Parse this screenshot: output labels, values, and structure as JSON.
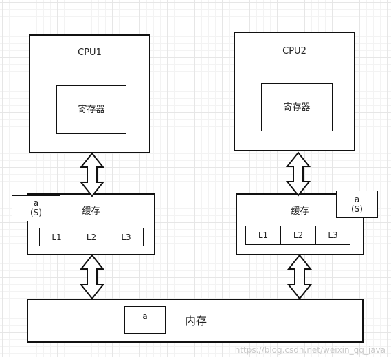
{
  "cpu1": {
    "label": "CPU1",
    "register": "寄存器"
  },
  "cpu2": {
    "label": "CPU2",
    "register": "寄存器"
  },
  "cache1": {
    "label": "缓存",
    "levels": [
      "L1",
      "L2",
      "L3"
    ],
    "note_var": "a",
    "note_state": "(S)"
  },
  "cache2": {
    "label": "缓存",
    "levels": [
      "L1",
      "L2",
      "L3"
    ],
    "note_var": "a",
    "note_state": "(S)"
  },
  "memory": {
    "label": "内存",
    "var": "a"
  },
  "watermark": "https://blog.csdn.net/weixin_qq_java"
}
